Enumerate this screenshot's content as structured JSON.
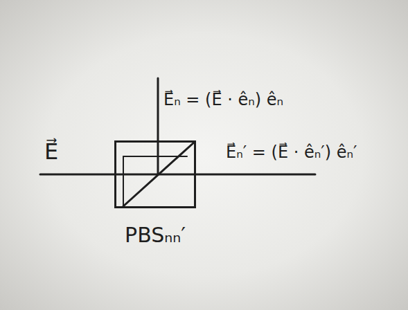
{
  "diagram": {
    "nodes": [
      {
        "text": [
          "PBSₙₙ′"
        ]
      }
    ],
    "labels": [
      "E⃗",
      "E⃗ₙ = (E⃗ · êₙ) êₙ",
      "E⃗ₙ′ = (E⃗ · êₙ′) êₙ′"
    ]
  }
}
